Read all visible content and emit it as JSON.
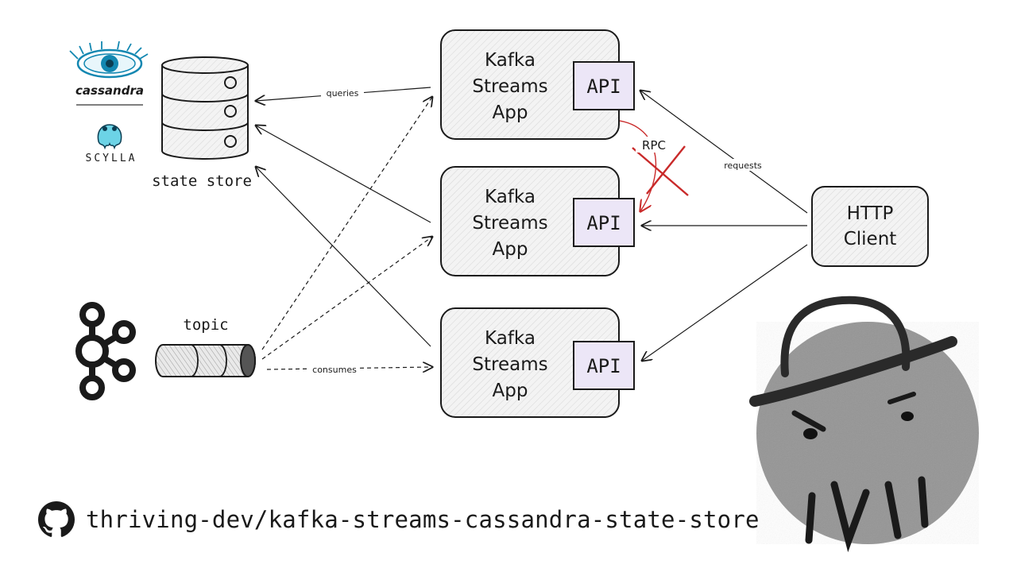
{
  "logos": {
    "cassandra": "cassandra",
    "scylla": "SCYLLA"
  },
  "state_store": {
    "label": "state store"
  },
  "topic": {
    "label": "topic"
  },
  "apps": [
    {
      "line1": "Kafka",
      "line2": "Streams",
      "line3": "App",
      "api": "API"
    },
    {
      "line1": "Kafka",
      "line2": "Streams",
      "line3": "App",
      "api": "API"
    },
    {
      "line1": "Kafka",
      "line2": "Streams",
      "line3": "App",
      "api": "API"
    }
  ],
  "http_client": {
    "line1": "HTTP",
    "line2": "Client"
  },
  "edge_labels": {
    "queries": "queries",
    "requests": "requests",
    "rpc": "RPC",
    "consumes": "consumes"
  },
  "footer": {
    "repo": "thriving-dev/kafka-streams-cassandra-state-store",
    "icon": "github-icon"
  },
  "colors": {
    "api_fill": "#ece6f7",
    "box_fill": "#f4f4f4",
    "rpc_red": "#c92a2a",
    "cassandra_blue": "#1287b1",
    "scylla_blue": "#6cd3e6"
  }
}
